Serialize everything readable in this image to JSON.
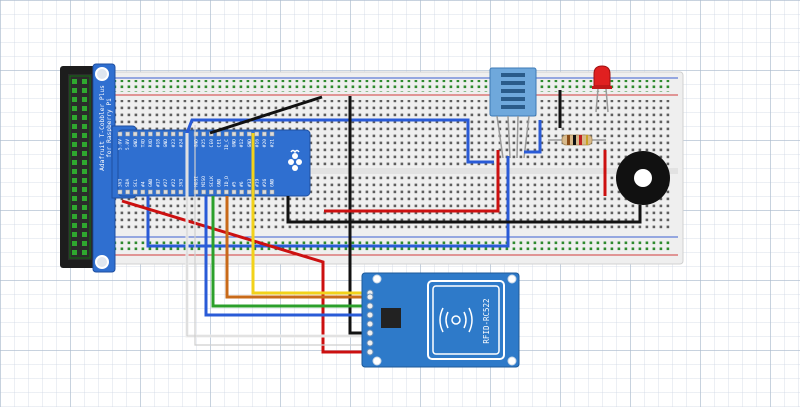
{
  "title": "",
  "cobbler": {
    "brand_line1": "Adafruit T-Cobbler Plus",
    "brand_line2": "for Raspberry Pi",
    "top_pins_left": [
      "5.0V",
      "5.0V",
      "GND",
      "TXD",
      "RXD",
      "#18",
      "GND",
      "#23",
      "#24"
    ],
    "top_pins_right": [
      "GND",
      "#25",
      "CE0",
      "CE1",
      "ID_C",
      "GND",
      "#12",
      "GND",
      "#16",
      "#20",
      "#21"
    ],
    "bottom_pins_left": [
      "3V3",
      "SDA",
      "SCL",
      "#4",
      "GND",
      "#17",
      "#27",
      "#22",
      "3V3"
    ],
    "bottom_pins_right": [
      "MOSI",
      "MISO",
      "SCLK",
      "GND",
      "ID_D",
      "#5",
      "#6",
      "#13",
      "#19",
      "#26",
      "GND"
    ]
  },
  "rfid_module": {
    "label": "RFID-RC522"
  },
  "colors": {
    "breadboard": "#efefef",
    "rail_red": "#d23b3b",
    "rail_blue": "#3b5fd2",
    "cobbler_blue": "#2f6fd0",
    "rfid_blue": "#2e7ac9",
    "dht_blue": "#6fa8dc",
    "wire_red": "#cc1010",
    "wire_black": "#111111",
    "wire_blue": "#2a5bd7",
    "wire_yellow": "#f2d21a",
    "wire_orange": "#c86a1a",
    "wire_green": "#2ca02c",
    "wire_white": "#eeeeee"
  },
  "icons": [
    "raspberry-pi-logo-icon",
    "nfc-symbol-icon",
    "led-icon",
    "resistor-icon",
    "buzzer-icon"
  ]
}
